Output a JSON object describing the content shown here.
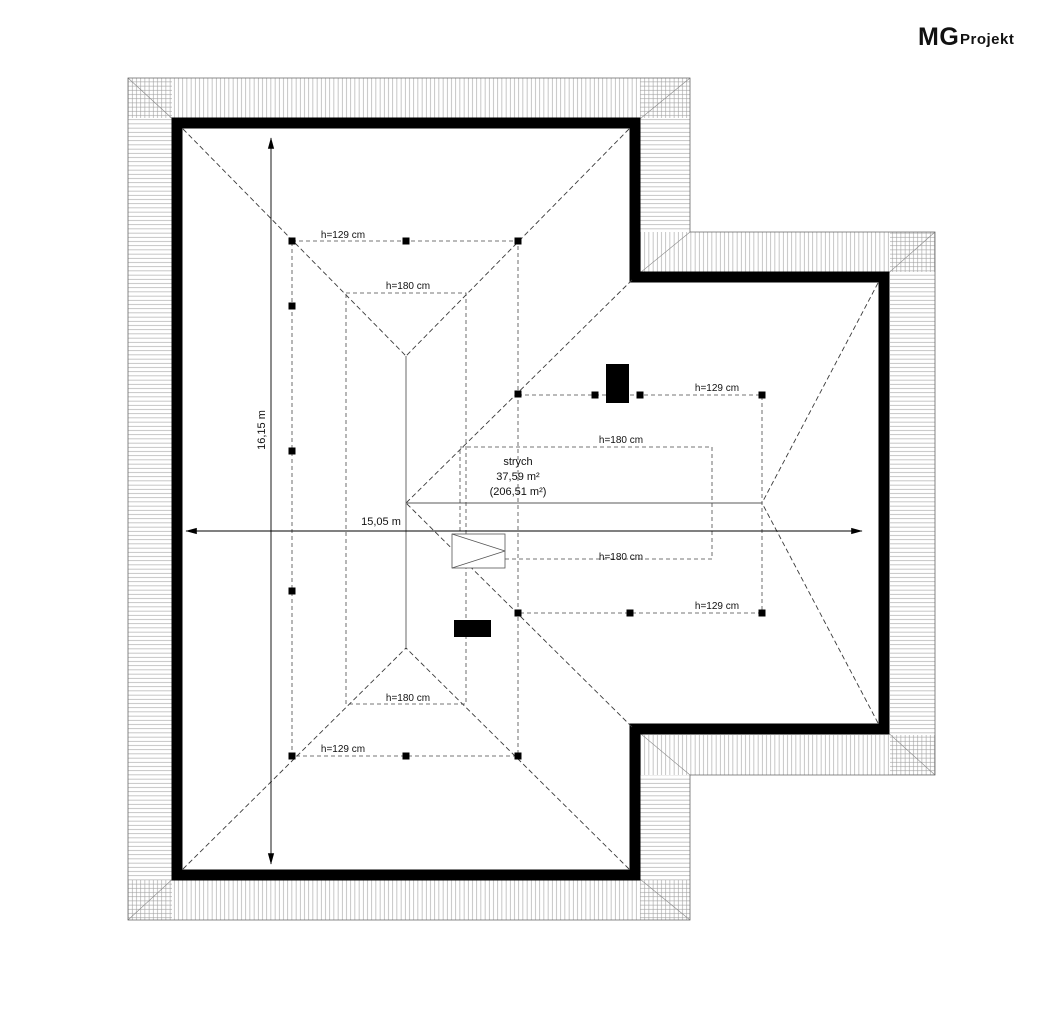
{
  "logo": {
    "mg": "MG",
    "projekt": "Projekt"
  },
  "room": {
    "name": "strych",
    "area": "37,59 m²",
    "area_total": "(206,51 m²)"
  },
  "dimensions": {
    "height": "16,15 m",
    "width": "15,05 m"
  },
  "contours": {
    "h129": "h=129 cm",
    "h180": "h=180 cm"
  }
}
